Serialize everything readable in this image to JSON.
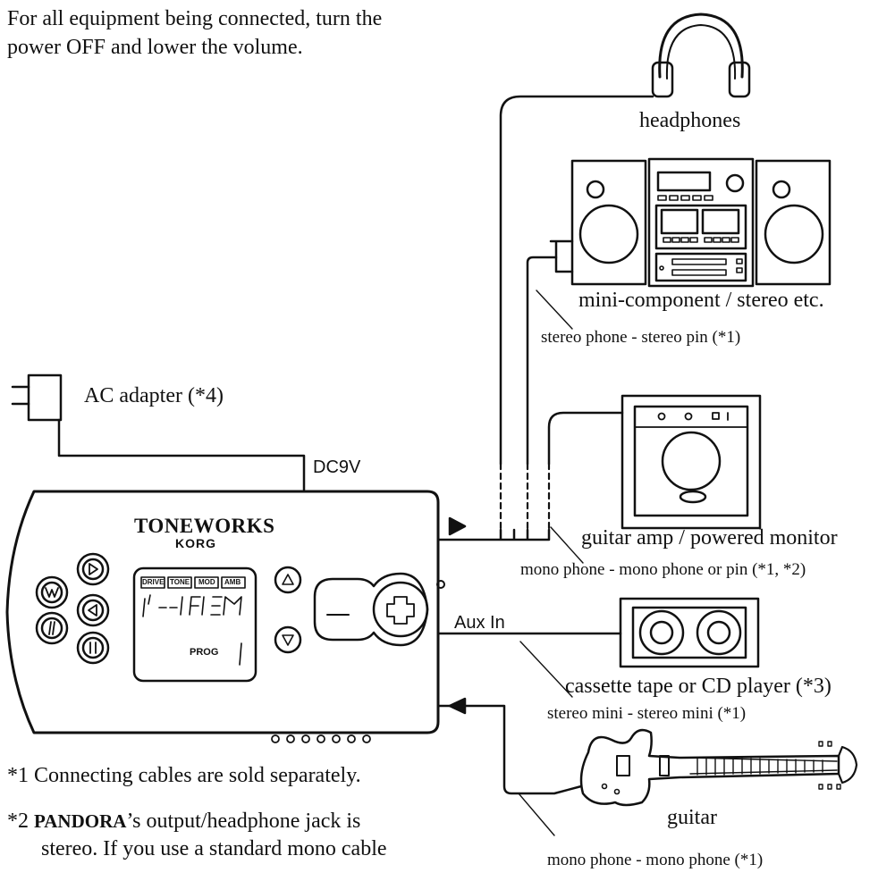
{
  "intro": {
    "line1": "For all equipment being connected, turn the",
    "line2": "power OFF and lower the volume."
  },
  "devices": {
    "headphones": "headphones",
    "stereo": "mini-component / stereo etc.",
    "stereo_cable": "stereo phone - stereo pin (*1)",
    "amp": "guitar amp / powered monitor",
    "amp_cable": "mono phone - mono phone or pin (*1, *2)",
    "cassette": "cassette tape or CD player (*3)",
    "cassette_cable": "stereo mini - stereo mini (*1)",
    "guitar": "guitar",
    "guitar_cable": "mono phone - mono phone (*1)",
    "ac_adapter": "AC adapter (*4)"
  },
  "unit": {
    "power_jack": "DC9V",
    "aux_in": "Aux In",
    "brand": "TONEWORKS",
    "maker": "KORG",
    "display_labels": [
      "DRIVE",
      "TONE",
      "MOD",
      "AMB"
    ],
    "display_text": "PROG",
    "display_digit": "1"
  },
  "notes": {
    "note1": "*1  Connecting cables are sold separately.",
    "note2_prefix": "*2  ",
    "note2_name": "PANDORA",
    "note2_rest": "’s output/headphone jack is",
    "note2_line2": "stereo. If you use a standard mono cable"
  }
}
